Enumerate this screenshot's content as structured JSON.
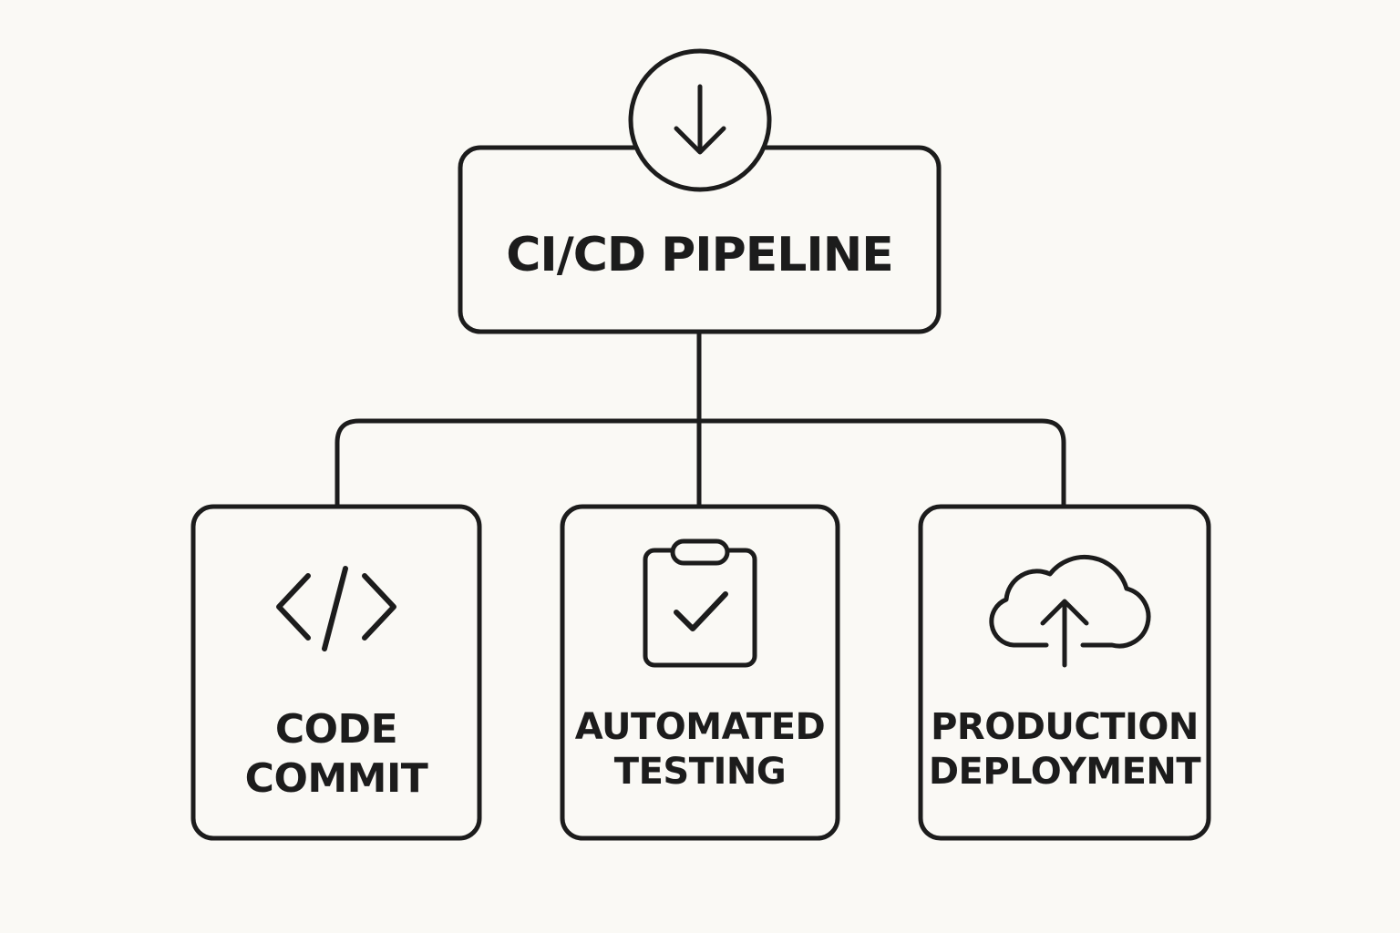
{
  "colors": {
    "background": "#faf9f5",
    "stroke": "#1c1c1c"
  },
  "root": {
    "label": "CI/CD PIPELINE",
    "icon": "arrow-down-circle-icon"
  },
  "stages": [
    {
      "line1": "CODE",
      "line2": "COMMIT",
      "icon": "code-brackets-icon"
    },
    {
      "line1": "AUTOMATED",
      "line2": "TESTING",
      "icon": "clipboard-check-icon"
    },
    {
      "line1": "PRODUCTION",
      "line2": "DEPLOYMENT",
      "icon": "cloud-upload-icon"
    }
  ]
}
